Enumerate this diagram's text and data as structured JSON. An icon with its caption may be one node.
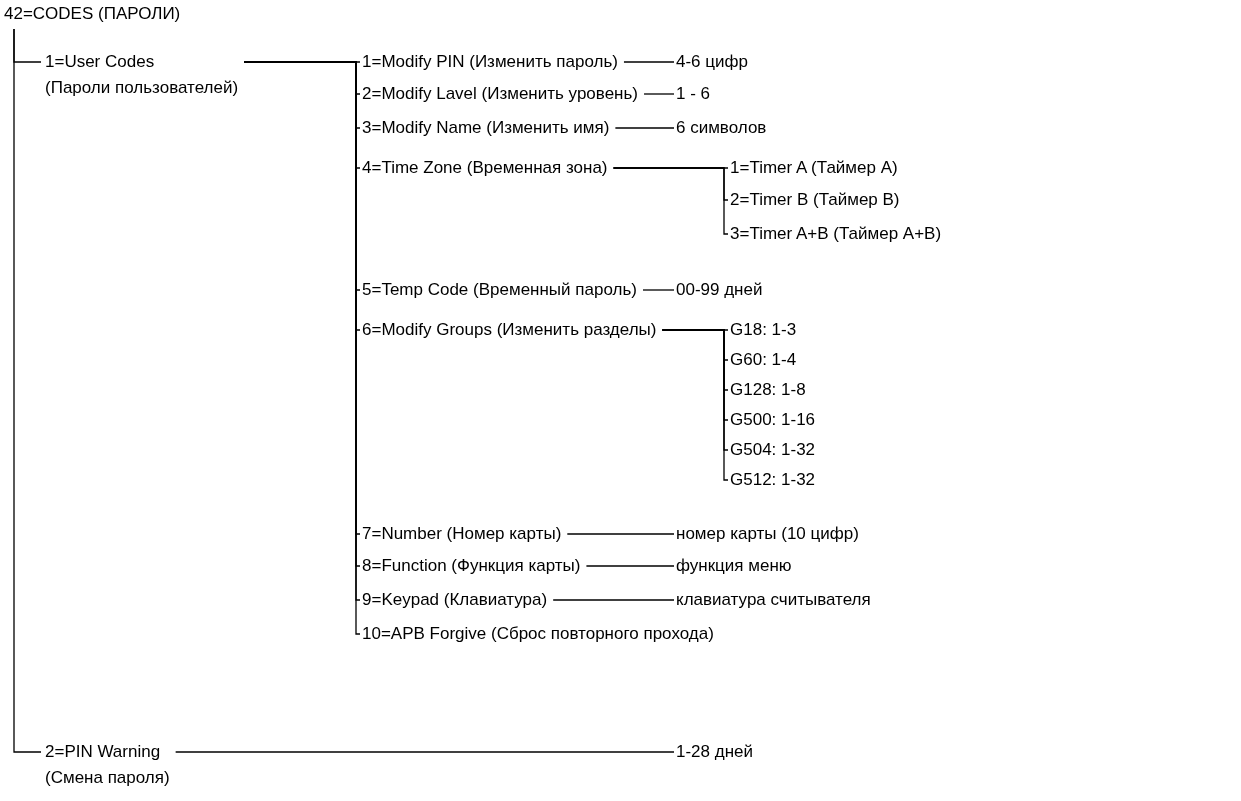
{
  "diagram": {
    "nodes": [
      {
        "text": [
          "42=CODES (ПАРОЛИ)"
        ]
      },
      {
        "text": [
          "1=User Codes",
          "(Пароли пользователей)"
        ]
      },
      {
        "text": [
          "2=PIN Warning",
          "(Смена пароля)"
        ]
      },
      {
        "text": [
          "1=Modify PIN (Изменить пароль)"
        ]
      },
      {
        "text": [
          "2=Modify Lavel (Изменить уровень)"
        ]
      },
      {
        "text": [
          "3=Modify Name (Изменить имя)"
        ]
      },
      {
        "text": [
          "4=Time Zone (Временная зона)"
        ]
      },
      {
        "text": [
          "5=Temp Code (Временный пароль)"
        ]
      },
      {
        "text": [
          "6=Modify Groups (Изменить разделы)"
        ]
      },
      {
        "text": [
          "7=Number (Номер карты)"
        ]
      },
      {
        "text": [
          "8=Function (Функция карты)"
        ]
      },
      {
        "text": [
          "9=Keypad (Клавиатура)"
        ]
      },
      {
        "text": [
          "10=APB Forgive (Сброс повторного прохода)"
        ]
      },
      {
        "text": [
          "4-6 цифр"
        ]
      },
      {
        "text": [
          "1 - 6"
        ]
      },
      {
        "text": [
          "6 символов"
        ]
      },
      {
        "text": [
          "1=Timer A (Таймер A)"
        ]
      },
      {
        "text": [
          "2=Timer B (Таймер B)"
        ]
      },
      {
        "text": [
          "3=Timer A+B (Таймер A+B)"
        ]
      },
      {
        "text": [
          "00-99 дней"
        ]
      },
      {
        "text": [
          "G18: 1-3"
        ]
      },
      {
        "text": [
          "G60: 1-4"
        ]
      },
      {
        "text": [
          "G128: 1-8"
        ]
      },
      {
        "text": [
          "G500: 1-16"
        ]
      },
      {
        "text": [
          "G504: 1-32"
        ]
      },
      {
        "text": [
          "G512: 1-32"
        ]
      },
      {
        "text": [
          "номер карты (10 цифр)"
        ]
      },
      {
        "text": [
          "функция меню"
        ]
      },
      {
        "text": [
          "клавиатура считывателя"
        ]
      },
      {
        "text": [
          "1-28 дней"
        ]
      }
    ],
    "edges": [
      {
        "from": 0,
        "to": 1,
        "arrow": "none"
      },
      {
        "from": 0,
        "to": 2,
        "arrow": "none"
      },
      {
        "from": 1,
        "to": 3,
        "arrow": "none"
      },
      {
        "from": 1,
        "to": 4,
        "arrow": "none"
      },
      {
        "from": 1,
        "to": 5,
        "arrow": "none"
      },
      {
        "from": 1,
        "to": 6,
        "arrow": "none"
      },
      {
        "from": 1,
        "to": 7,
        "arrow": "none"
      },
      {
        "from": 1,
        "to": 8,
        "arrow": "none"
      },
      {
        "from": 1,
        "to": 9,
        "arrow": "none"
      },
      {
        "from": 1,
        "to": 10,
        "arrow": "none"
      },
      {
        "from": 1,
        "to": 11,
        "arrow": "none"
      },
      {
        "from": 1,
        "to": 12,
        "arrow": "none"
      },
      {
        "from": 3,
        "to": 13,
        "arrow": "none"
      },
      {
        "from": 4,
        "to": 14,
        "arrow": "none"
      },
      {
        "from": 5,
        "to": 15,
        "arrow": "none"
      },
      {
        "from": 6,
        "to": 16,
        "arrow": "none"
      },
      {
        "from": 6,
        "to": 17,
        "arrow": "none"
      },
      {
        "from": 6,
        "to": 18,
        "arrow": "none"
      },
      {
        "from": 7,
        "to": 19,
        "arrow": "none"
      },
      {
        "from": 8,
        "to": 20,
        "arrow": "none"
      },
      {
        "from": 8,
        "to": 21,
        "arrow": "none"
      },
      {
        "from": 8,
        "to": 22,
        "arrow": "none"
      },
      {
        "from": 8,
        "to": 23,
        "arrow": "none"
      },
      {
        "from": 8,
        "to": 24,
        "arrow": "none"
      },
      {
        "from": 8,
        "to": 25,
        "arrow": "none"
      },
      {
        "from": 9,
        "to": 26,
        "arrow": "none"
      },
      {
        "from": 10,
        "to": 27,
        "arrow": "none"
      },
      {
        "from": 11,
        "to": 28,
        "arrow": "none"
      },
      {
        "from": 2,
        "to": 29,
        "arrow": "none"
      }
    ]
  }
}
